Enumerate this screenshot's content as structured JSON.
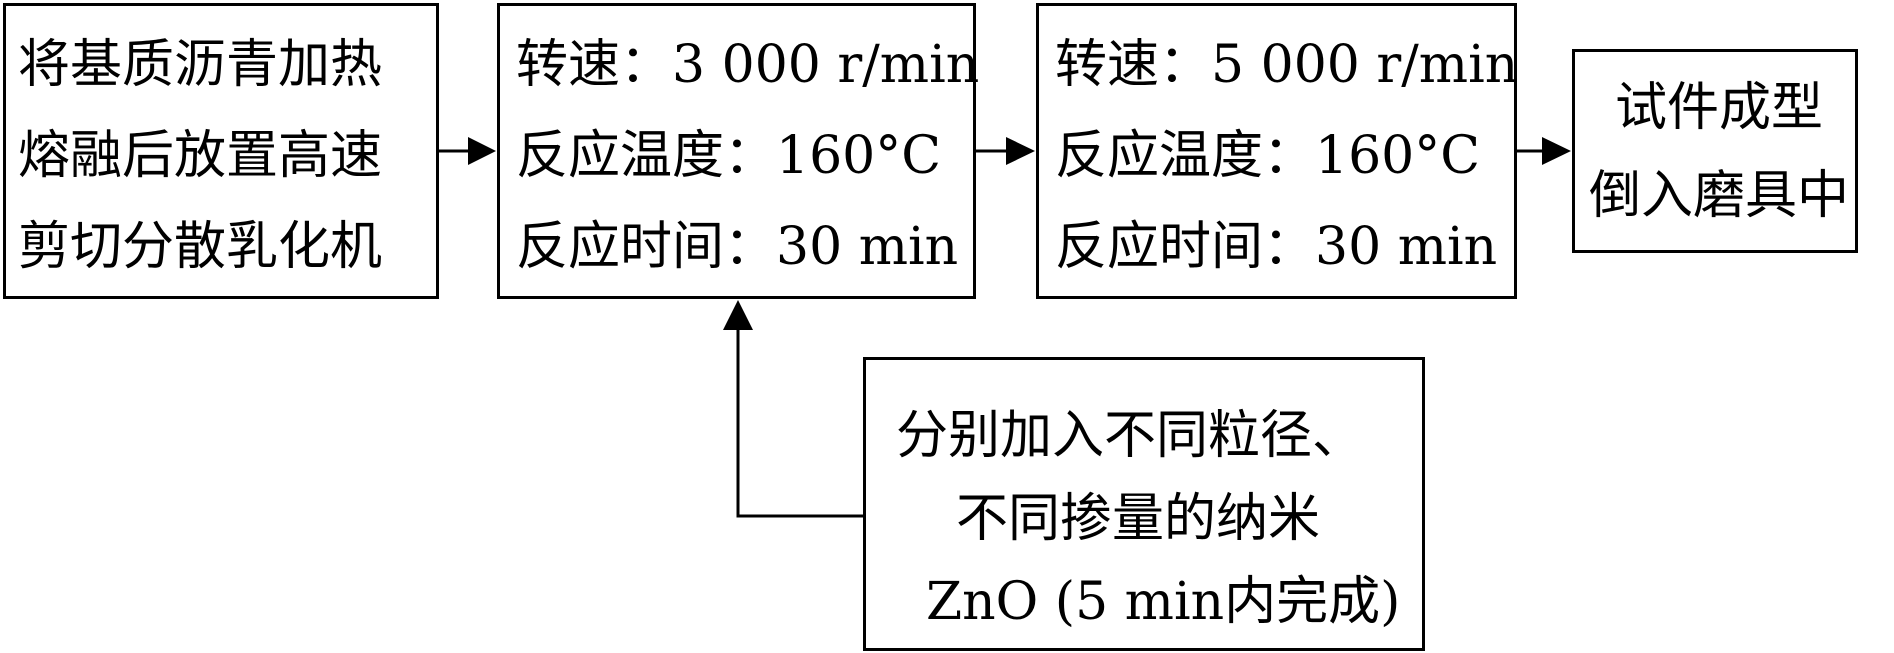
{
  "diagram": {
    "boxes": [
      {
        "id": "step1",
        "lines": [
          "将基质沥青加热",
          "熔融后放置高速",
          "剪切分散乳化机"
        ]
      },
      {
        "id": "step2",
        "lines": [
          "转速：3 000 r/min",
          "反应温度：160°C",
          "反应时间：30 min"
        ]
      },
      {
        "id": "step3",
        "lines": [
          "转速：5 000 r/min",
          "反应温度：160°C",
          "反应时间：30 min"
        ]
      },
      {
        "id": "step4",
        "lines": [
          "试件成型",
          "倒入磨具中"
        ]
      },
      {
        "id": "additive",
        "lines": [
          "分别加入不同粒径、",
          "不同掺量的纳米",
          "ZnO (5 min内完成)"
        ]
      }
    ]
  }
}
